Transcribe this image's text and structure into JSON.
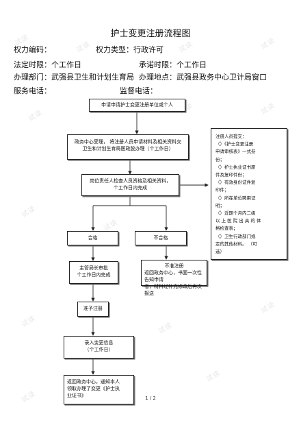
{
  "title": "护士变更注册流程图",
  "info": {
    "code_label": "权力编码：",
    "type_label": "权力类型：行政许可",
    "legal_time": "法定时限：个工作日",
    "promise_time": "承诺时限：个工作日",
    "dept": "办理部门：武强县卫生和计划生育局",
    "place": "办理地点：武强县政务中心卫计局窗口",
    "service_phone": "服务电话：",
    "supervise_phone": "监督电话："
  },
  "watermark": "试读",
  "flow": {
    "step1": "申请申请护士变更注册单位或个人",
    "step2_line1": "政务中心受理，  将注册人员申请材料及相关资料交",
    "step2_line2": "卫生和计划生育局医政股办理（个工作日）",
    "step3_line1": "岗位责任人检查人员资格及相关资料，",
    "step3_line2": "个工作日内完成",
    "pass": "合格",
    "fail": "不合格",
    "review_line1": "主管局长审批",
    "review_line2": "个工作日内完成",
    "reject_line1": "不准注册",
    "reject_line2": "返回政务中心，书面一次性告知申请",
    "reject_line3": "者，材料经补充修改后再次报送",
    "approve": "准予注册",
    "record_line1": "录入变更信息",
    "record_line2": "（个工作日）",
    "return_line1": "返回政务中心，通知本人",
    "return_line2": "领取办理了变更《护士执",
    "return_line3": "业证书》"
  },
  "note": {
    "lines": [
      "注册人员提交：",
      "（）《护士变更注册",
      "申请审核表》一式叁",
      "份；",
      "（）护士执业证书原",
      "件及复印件份；",
      "（）有效身份证件复",
      "印件；",
      "（）所在单位聘用证",
      "明；",
      "（）近期个月内二级",
      "以 上 医 院 出 具 的 体",
      "格检查表；",
      "（）卫生行政部门规",
      "定的其他材料。    （可",
      "选）"
    ]
  },
  "page_number": "1 / 2"
}
